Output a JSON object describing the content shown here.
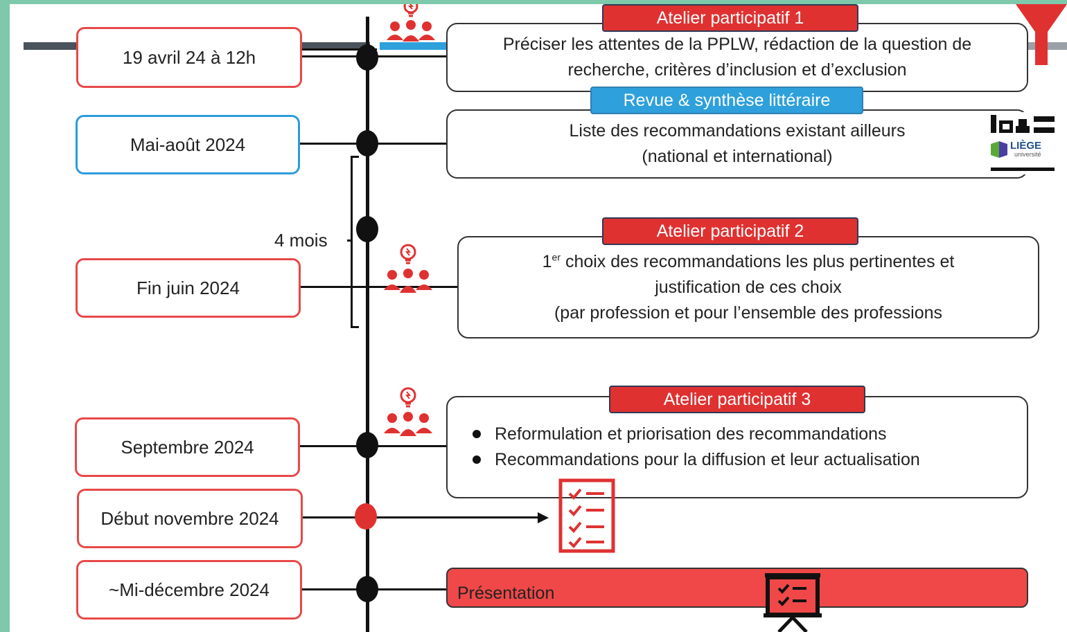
{
  "colors": {
    "accent_red": "#e03131",
    "accent_blue": "#2ea0dc",
    "timeline": "#111111",
    "page_bg": "#7ec8ac"
  },
  "milestones": [
    {
      "date": "19 avril 24 à 12h",
      "tag": "Atelier participatif 1",
      "text": [
        "Préciser les attentes de la PPLW, rédaction de la question de",
        "recherche, critères d’inclusion et d’exclusion"
      ],
      "icon": "participants-icon"
    },
    {
      "date": "Mai-août 2024",
      "tag": "Revue & synthèse  littéraire",
      "text": [
        "Liste des recommandations existant ailleurs",
        "(national et international)"
      ],
      "icon": "liege-university-logo"
    },
    {
      "date": "Fin juin 2024",
      "tag": "Atelier participatif 2",
      "text_first_prefix": "1",
      "text_first_sup": "er",
      "text_first_rest": " choix des recommandations les plus pertinentes et",
      "text": [
        "justification de ces choix",
        "(par profession et pour l’ensemble des professions"
      ],
      "icon": "participants-icon"
    },
    {
      "date": "Septembre 2024",
      "tag": "Atelier participatif 3",
      "bullets": [
        "Reformulation et priorisation des recommandations",
        "Recommandations pour la diffusion et leur actualisation"
      ],
      "icon": "participants-icon"
    },
    {
      "date": "Début novembre 2024",
      "icon": "checklist-icon"
    },
    {
      "date": "~Mi-décembre 2024",
      "label": "Présentation",
      "icon": "presentation-board-icon"
    }
  ],
  "bracket_label": "4 mois",
  "logo": {
    "name": "LIÈGE",
    "sub": "université"
  }
}
